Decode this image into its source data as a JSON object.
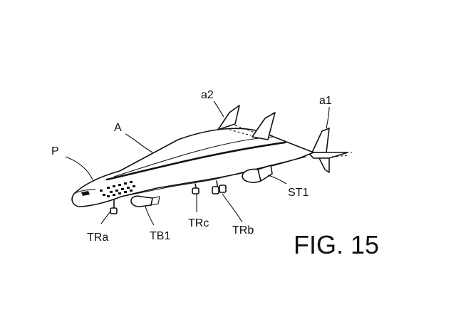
{
  "figure": {
    "caption": "FIG. 15",
    "labels": {
      "P": "P",
      "A": "A",
      "a1": "a1",
      "a2": "a2",
      "TRa": "TRa",
      "TB1": "TB1",
      "TRc": "TRc",
      "TRb": "TRb",
      "ST1": "ST1"
    }
  }
}
